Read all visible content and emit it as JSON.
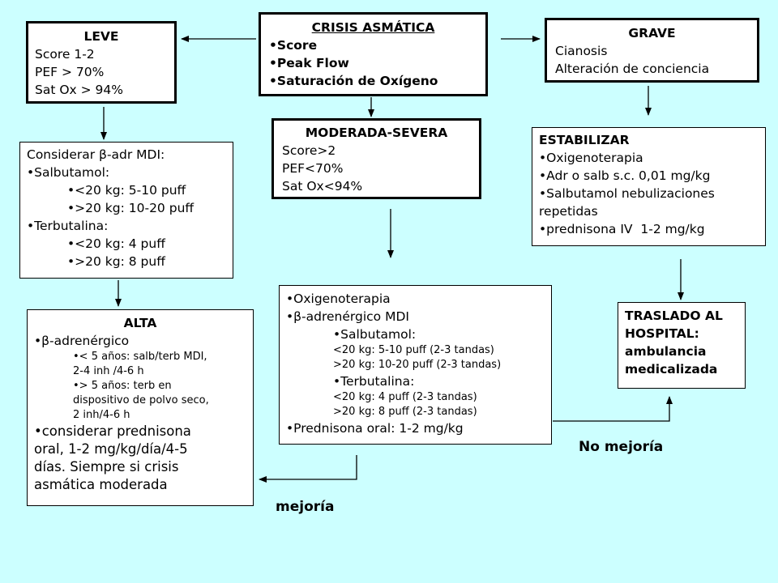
{
  "crisis": {
    "title": "CRISIS ASMÁTICA",
    "items": [
      "Score",
      "Peak Flow",
      "Saturación de Oxígeno"
    ]
  },
  "leve": {
    "title": "LEVE",
    "lines": [
      "Score 1-2",
      "PEF > 70%",
      "Sat Ox > 94%"
    ]
  },
  "grave": {
    "title": "GRAVE",
    "lines": [
      "Cianosis",
      "Alteración de conciencia"
    ]
  },
  "moderada": {
    "title": "MODERADA-SEVERA",
    "lines": [
      "Score>2",
      "PEF<70%",
      "Sat Ox<94%"
    ]
  },
  "considerar": {
    "intro": "Considerar β-adr MDI:",
    "drug1": "Salbutamol:",
    "drug1_doses": [
      "<20 kg: 5-10 puff",
      ">20 kg: 10-20 puff"
    ],
    "drug2": "Terbutalina:",
    "drug2_doses": [
      "<20 kg: 4 puff",
      ">20 kg: 8 puff"
    ]
  },
  "estabilizar": {
    "title": "ESTABILIZAR",
    "items": [
      "Oxigenoterapia",
      "Adr o salb s.c. 0,01 mg/kg",
      "Salbutamol nebulizaciones",
      "repetidas",
      "prednisona IV  1-2 mg/kg"
    ]
  },
  "tratamiento": {
    "item1": "Oxigenoterapia",
    "item2": "β-adrenérgico MDI",
    "salb": "Salbutamol:",
    "salb_doses": [
      "<20 kg: 5-10 puff (2-3 tandas)",
      ">20 kg: 10-20 puff (2-3 tandas)"
    ],
    "terb": "Terbutalina:",
    "terb_doses": [
      "<20 kg: 4 puff (2-3 tandas)",
      ">20 kg: 8 puff (2-3 tandas)"
    ],
    "item3": "Prednisona oral: 1-2 mg/kg"
  },
  "alta": {
    "title": "ALTA",
    "item1": "β-adrenérgico",
    "sub1": [
      "< 5 años: salb/terb MDI,",
      "2-4 inh /4-6 h"
    ],
    "sub2": [
      "> 5 años: terb en",
      "dispositivo de polvo seco,",
      "2 inh/4-6 h"
    ],
    "item2": [
      "considerar prednisona",
      "oral, 1-2 mg/kg/día/4-5",
      "días. Siempre si crisis",
      "asmática moderada"
    ]
  },
  "traslado": {
    "lines": [
      "TRASLADO AL",
      "HOSPITAL:",
      "ambulancia",
      "medicalizada"
    ]
  },
  "labels": {
    "no_mejoria": "No mejoría",
    "mejoria": "mejoría"
  },
  "colors": {
    "background": "#ccffff",
    "box": "#ffffff",
    "stroke": "#000000"
  }
}
